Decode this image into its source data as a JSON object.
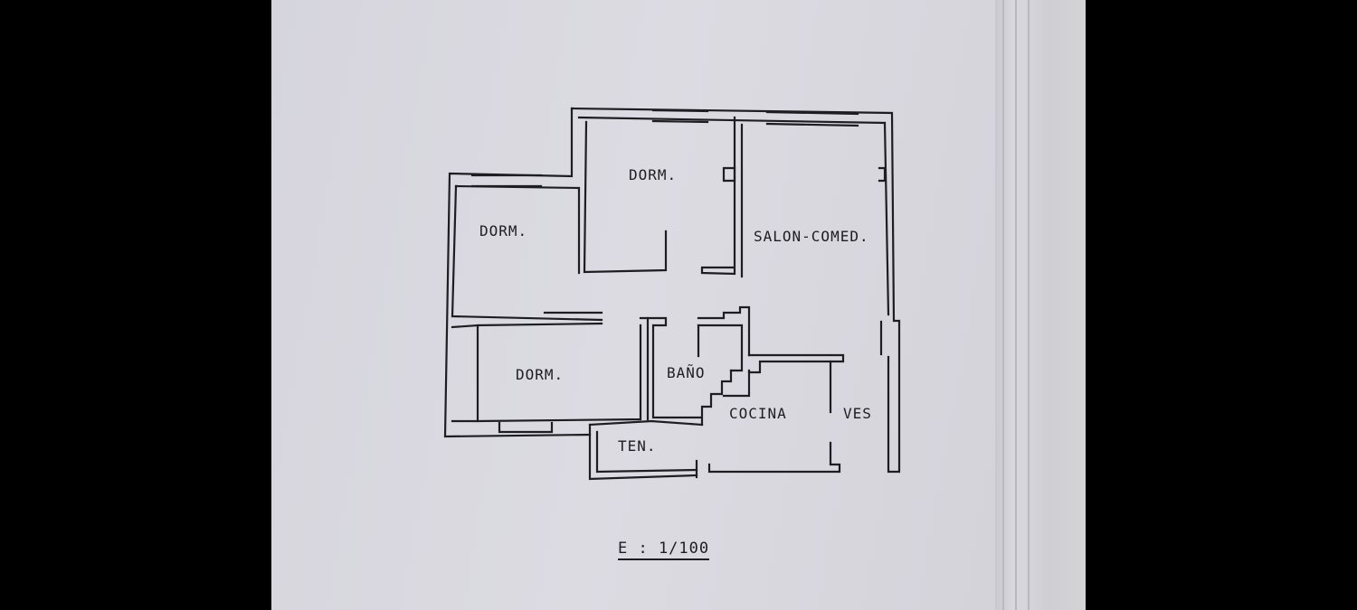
{
  "plan": {
    "rooms": [
      {
        "id": "dorm-top",
        "label": "DORM."
      },
      {
        "id": "dorm-left",
        "label": "DORM."
      },
      {
        "id": "dorm-bottom",
        "label": "DORM."
      },
      {
        "id": "salon",
        "label": "SALON-COMED."
      },
      {
        "id": "bano",
        "label": "BAÑO"
      },
      {
        "id": "cocina",
        "label": "COCINA"
      },
      {
        "id": "ves",
        "label": "VES"
      },
      {
        "id": "ten",
        "label": "TEN."
      }
    ],
    "scale": "E : 1/100"
  },
  "colors": {
    "ink": "#1d1d22",
    "paper": "#dad9e0",
    "background": "#000000"
  }
}
